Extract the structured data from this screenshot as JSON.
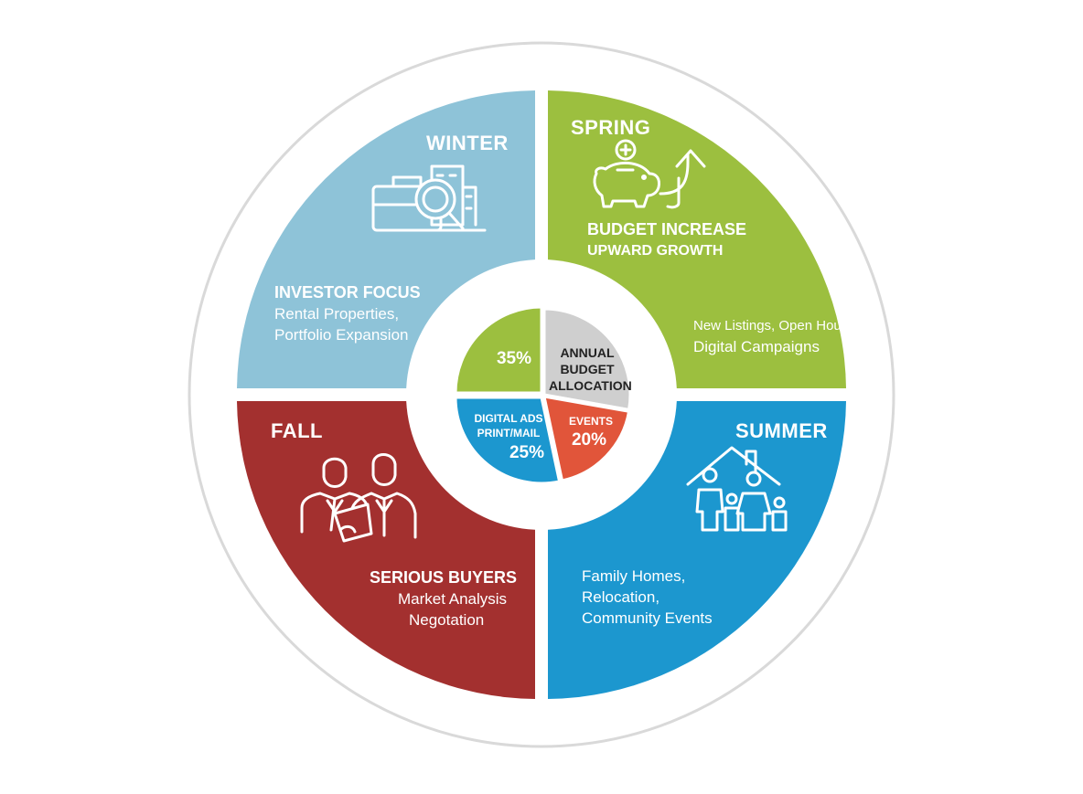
{
  "colors": {
    "winter": "#8ec3d8",
    "spring": "#9cbf3f",
    "summer": "#1c97cf",
    "fall": "#a3302f",
    "events": "#e1553a",
    "budget_gray": "#cfcfcf",
    "ring": "#d9d9d9"
  },
  "quadrants": {
    "winter": {
      "season": "WINTER",
      "icon": "briefcase-magnifier-building-icon",
      "heading": "INVESTOR FOCUS",
      "lines": [
        "Rental Properties,",
        "Portfolio Expansion"
      ]
    },
    "spring": {
      "season": "SPRING",
      "icon": "piggy-bank-arrow-up-icon",
      "heading": "BUDGET INCREASE",
      "subheading": "UPWARD GROWTH",
      "lines": [
        "New Listings, Open Houses,",
        "Digital Campaigns"
      ]
    },
    "summer": {
      "season": "SUMMER",
      "icon": "family-house-icon",
      "lines": [
        "Family Homes,",
        "Relocation,",
        "Community Events"
      ]
    },
    "fall": {
      "season": "FALL",
      "icon": "business-people-icon",
      "heading": "SERIOUS BUYERS",
      "lines": [
        "Market Analysis",
        "Negotation"
      ]
    }
  },
  "center": {
    "title_lines": [
      "ANNUAL",
      "BUDGET",
      "ALLOCATION"
    ],
    "segments": {
      "green": {
        "value": "35%"
      },
      "blue": {
        "lines": [
          "DIGITAL ADS",
          "PRINT/MAIL"
        ],
        "value": "25%"
      },
      "orange": {
        "label": "EVENTS",
        "value": "20%"
      }
    }
  }
}
